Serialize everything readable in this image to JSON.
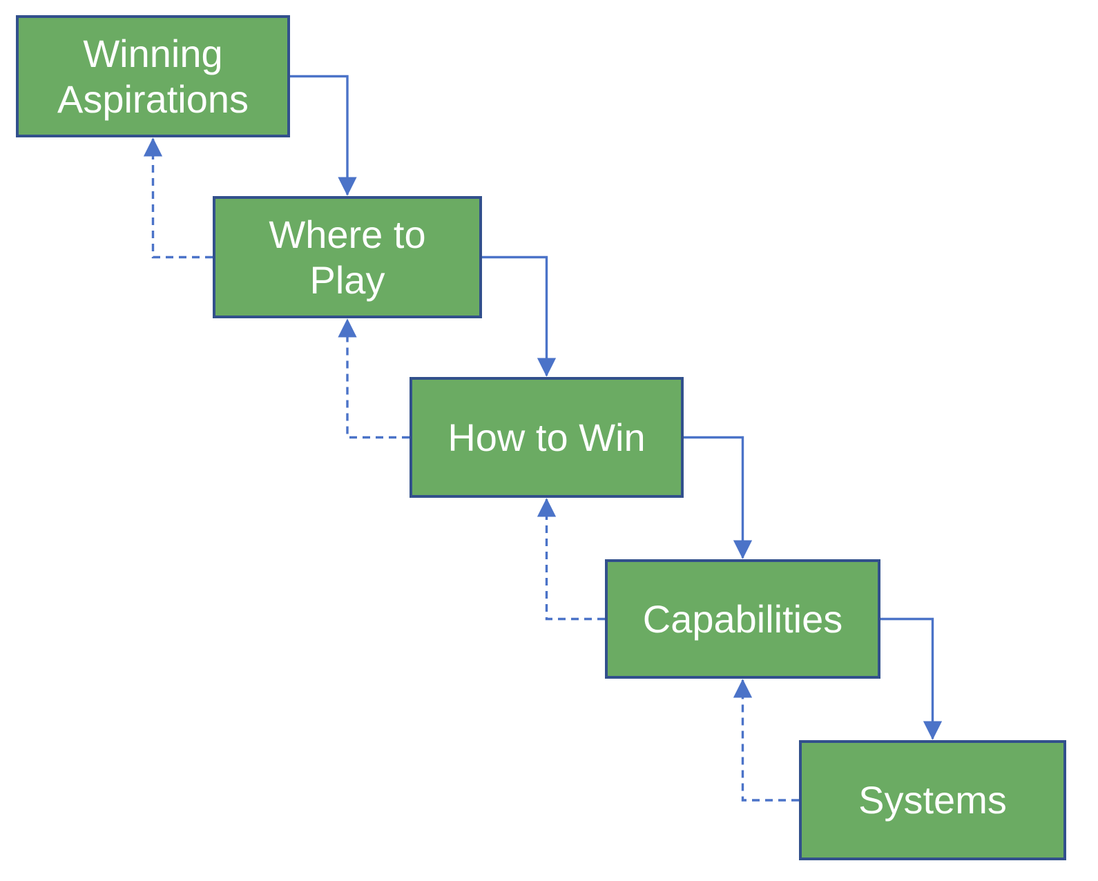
{
  "diagram": {
    "type": "flow-cascade",
    "colors": {
      "node_fill": "#6bab63",
      "node_border": "#32508c",
      "arrow": "#4b73c8",
      "label_text": "#ffffff"
    },
    "nodes": [
      {
        "id": "winning-aspirations",
        "label": "Winning\nAspirations"
      },
      {
        "id": "where-to-play",
        "label": "Where to\nPlay"
      },
      {
        "id": "how-to-win",
        "label": "How to Win"
      },
      {
        "id": "capabilities",
        "label": "Capabilities"
      },
      {
        "id": "systems",
        "label": "Systems"
      }
    ],
    "edges": [
      {
        "from": "winning-aspirations",
        "to": "where-to-play",
        "style": "solid"
      },
      {
        "from": "where-to-play",
        "to": "how-to-win",
        "style": "solid"
      },
      {
        "from": "how-to-win",
        "to": "capabilities",
        "style": "solid"
      },
      {
        "from": "capabilities",
        "to": "systems",
        "style": "solid"
      },
      {
        "from": "where-to-play",
        "to": "winning-aspirations",
        "style": "dashed"
      },
      {
        "from": "how-to-win",
        "to": "where-to-play",
        "style": "dashed"
      },
      {
        "from": "capabilities",
        "to": "how-to-win",
        "style": "dashed"
      },
      {
        "from": "systems",
        "to": "capabilities",
        "style": "dashed"
      }
    ]
  }
}
